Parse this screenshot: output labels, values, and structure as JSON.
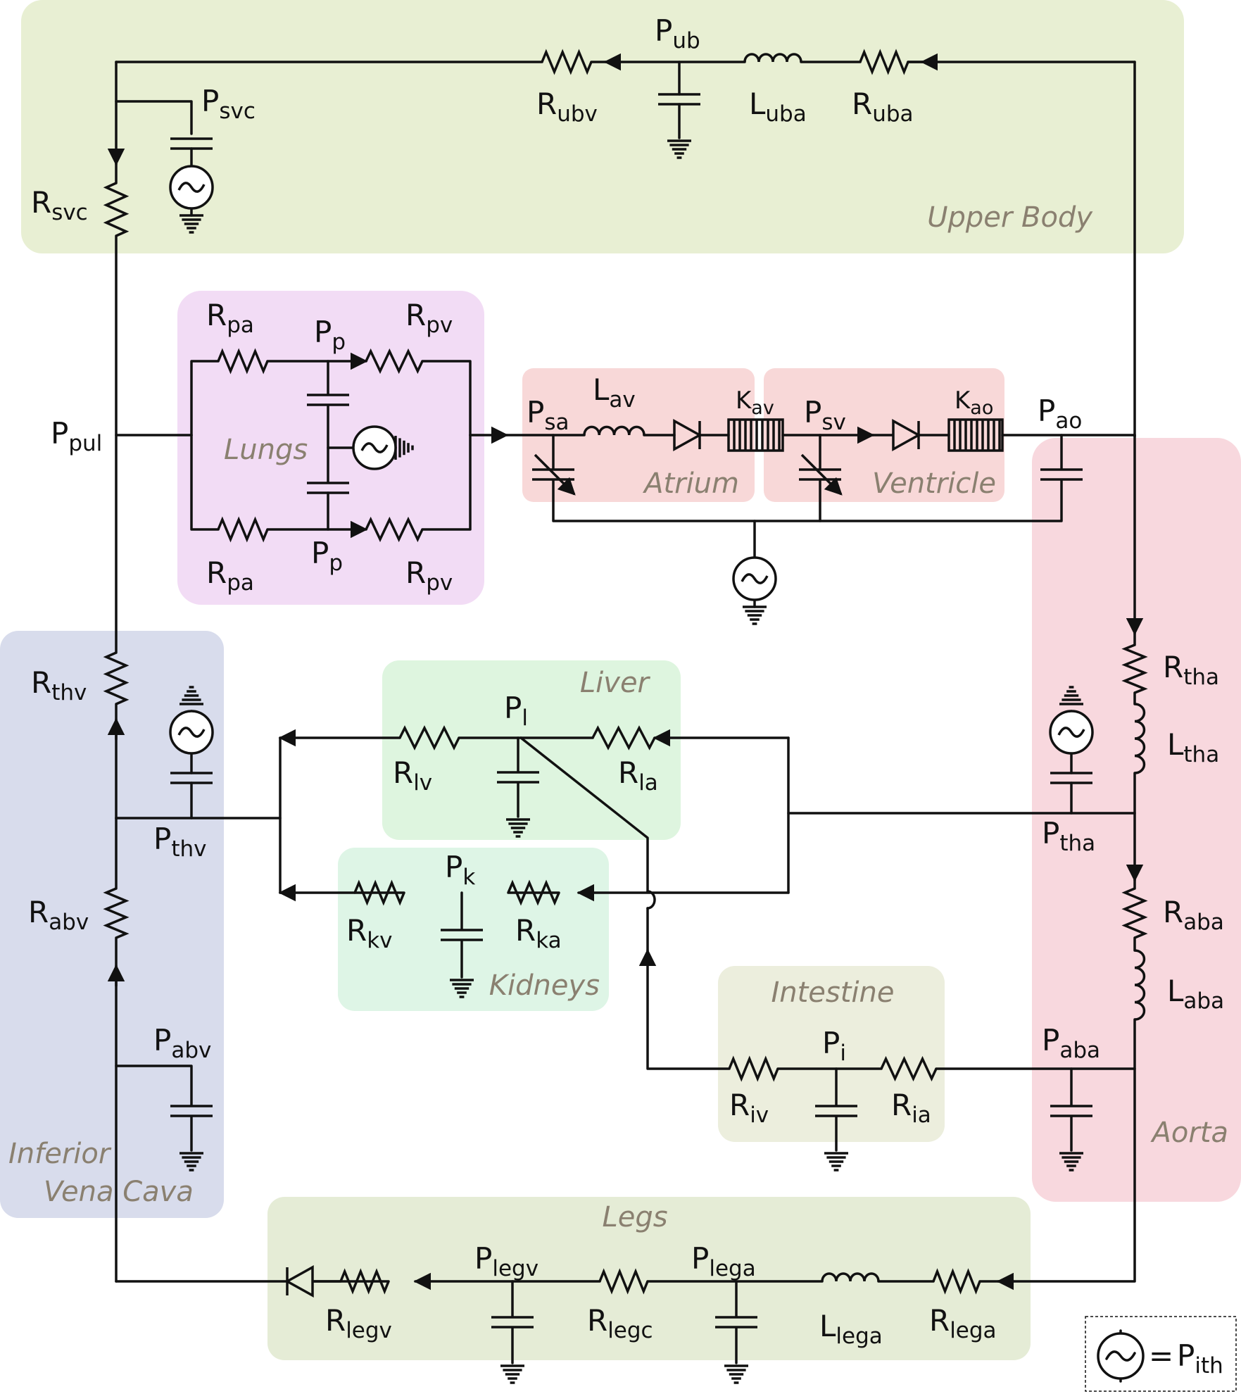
{
  "regions": [
    {
      "id": "upper-body",
      "label": "Upper Body",
      "color": "#e8efd3"
    },
    {
      "id": "lungs",
      "label": "Lungs",
      "color": "#f2dcf5"
    },
    {
      "id": "atrium",
      "label": "Atrium",
      "color": "#f8d8d8"
    },
    {
      "id": "ventricle",
      "label": "Ventricle",
      "color": "#f8d8d8"
    },
    {
      "id": "aorta",
      "label": "Aorta",
      "color": "#f8d8de"
    },
    {
      "id": "ivc",
      "label": "Inferior Vena Cava",
      "color": "#d8dcec"
    },
    {
      "id": "liver",
      "label": "Liver",
      "color": "#def5df"
    },
    {
      "id": "kidneys",
      "label": "Kidneys",
      "color": "#def5e6"
    },
    {
      "id": "intestine",
      "label": "Intestine",
      "color": "#eceedd"
    },
    {
      "id": "legs",
      "label": "Legs",
      "color": "#e5ecd6"
    }
  ],
  "labels": {
    "P_ub": [
      "P",
      "ub"
    ],
    "R_ubv": [
      "R",
      "ubv"
    ],
    "L_uba": [
      "L",
      "uba"
    ],
    "R_uba": [
      "R",
      "uba"
    ],
    "P_svc": [
      "P",
      "svc"
    ],
    "R_svc": [
      "R",
      "svc"
    ],
    "P_pul": [
      "P",
      "pul"
    ],
    "R_pa_top": [
      "R",
      "pa"
    ],
    "P_p_top": [
      "P",
      "p"
    ],
    "R_pv_top": [
      "R",
      "pv"
    ],
    "R_pa_bot": [
      "R",
      "pa"
    ],
    "P_p_bot": [
      "P",
      "p"
    ],
    "R_pv_bot": [
      "R",
      "pv"
    ],
    "P_sa": [
      "P",
      "sa"
    ],
    "L_av": [
      "L",
      "av"
    ],
    "K_av": [
      "K",
      "av"
    ],
    "P_sv": [
      "P",
      "sv"
    ],
    "K_ao": [
      "K",
      "ao"
    ],
    "P_ao": [
      "P",
      "ao"
    ],
    "R_thv": [
      "R",
      "thv"
    ],
    "P_thv": [
      "P",
      "thv"
    ],
    "R_abv": [
      "R",
      "abv"
    ],
    "P_abv": [
      "P",
      "abv"
    ],
    "R_lv": [
      "R",
      "lv"
    ],
    "P_l": [
      "P",
      "l"
    ],
    "R_la": [
      "R",
      "la"
    ],
    "R_kv": [
      "R",
      "kv"
    ],
    "P_k": [
      "P",
      "k"
    ],
    "R_ka": [
      "R",
      "ka"
    ],
    "R_tha": [
      "R",
      "tha"
    ],
    "L_tha": [
      "L",
      "tha"
    ],
    "P_tha": [
      "P",
      "tha"
    ],
    "R_aba": [
      "R",
      "aba"
    ],
    "L_aba": [
      "L",
      "aba"
    ],
    "P_aba": [
      "P",
      "aba"
    ],
    "R_iv": [
      "R",
      "iv"
    ],
    "P_i": [
      "P",
      "i"
    ],
    "R_ia": [
      "R",
      "ia"
    ],
    "R_legv": [
      "R",
      "legv"
    ],
    "P_legv": [
      "P",
      "legv"
    ],
    "R_legc": [
      "R",
      "legc"
    ],
    "P_lega": [
      "P",
      "lega"
    ],
    "L_lega": [
      "L",
      "lega"
    ],
    "R_lega": [
      "R",
      "lega"
    ]
  },
  "legend": {
    "equals": "=",
    "symbol": [
      "P",
      "ith"
    ]
  }
}
